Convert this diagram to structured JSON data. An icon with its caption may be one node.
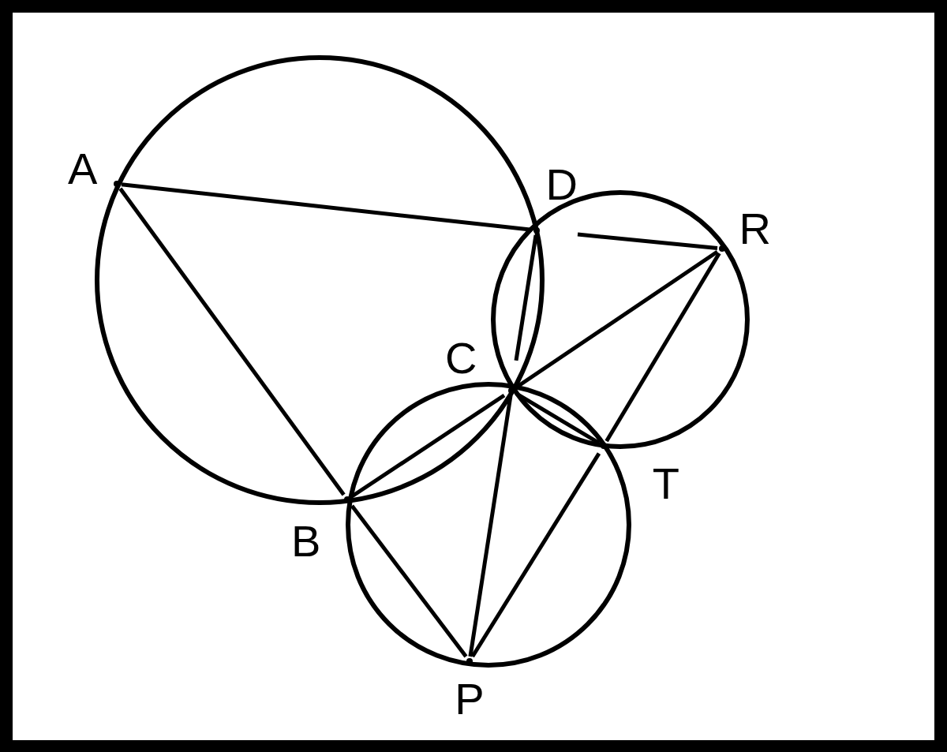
{
  "diagram": {
    "nodes": [
      {
        "text": [
          "A"
        ]
      },
      {
        "text": [
          "D"
        ]
      },
      {
        "text": [
          "R"
        ]
      },
      {
        "text": [
          "C"
        ]
      },
      {
        "text": [
          "T"
        ]
      },
      {
        "text": [
          "B"
        ]
      },
      {
        "text": [
          "P"
        ]
      }
    ],
    "edges": [
      {
        "from": 0,
        "to": 1,
        "arrow": "none"
      },
      {
        "from": 1,
        "to": 2,
        "arrow": "none"
      },
      {
        "from": 0,
        "to": 5,
        "arrow": "none"
      },
      {
        "from": 1,
        "to": 3,
        "arrow": "none"
      },
      {
        "from": 3,
        "to": 2,
        "arrow": "none"
      },
      {
        "from": 2,
        "to": 4,
        "arrow": "none"
      },
      {
        "from": 3,
        "to": 4,
        "arrow": "none"
      },
      {
        "from": 5,
        "to": 3,
        "arrow": "none"
      },
      {
        "from": 3,
        "to": 6,
        "arrow": "none"
      },
      {
        "from": 5,
        "to": 6,
        "arrow": "none"
      },
      {
        "from": 4,
        "to": 6,
        "arrow": "none"
      }
    ]
  }
}
